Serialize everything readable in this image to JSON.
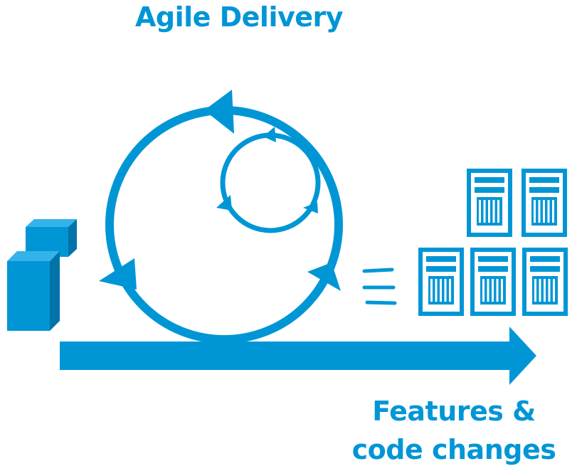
{
  "title": "Agile Delivery",
  "caption": {
    "line1": "Features &",
    "line2": "code changes"
  },
  "colors": {
    "primary": "#0096d6",
    "cube_front": "#0096d6",
    "cube_top": "#33b3ea",
    "cube_side": "#0073a8",
    "server_fill": "#ffffff",
    "background": "#ffffff"
  },
  "icons": {
    "cycle_large": "cycle-arrows-icon",
    "cycle_small": "cycle-arrows-icon",
    "blocks": "stacked-cubes-icon",
    "servers": "server-icon",
    "timeline": "arrow-right-icon",
    "motion": "speed-lines-icon"
  }
}
